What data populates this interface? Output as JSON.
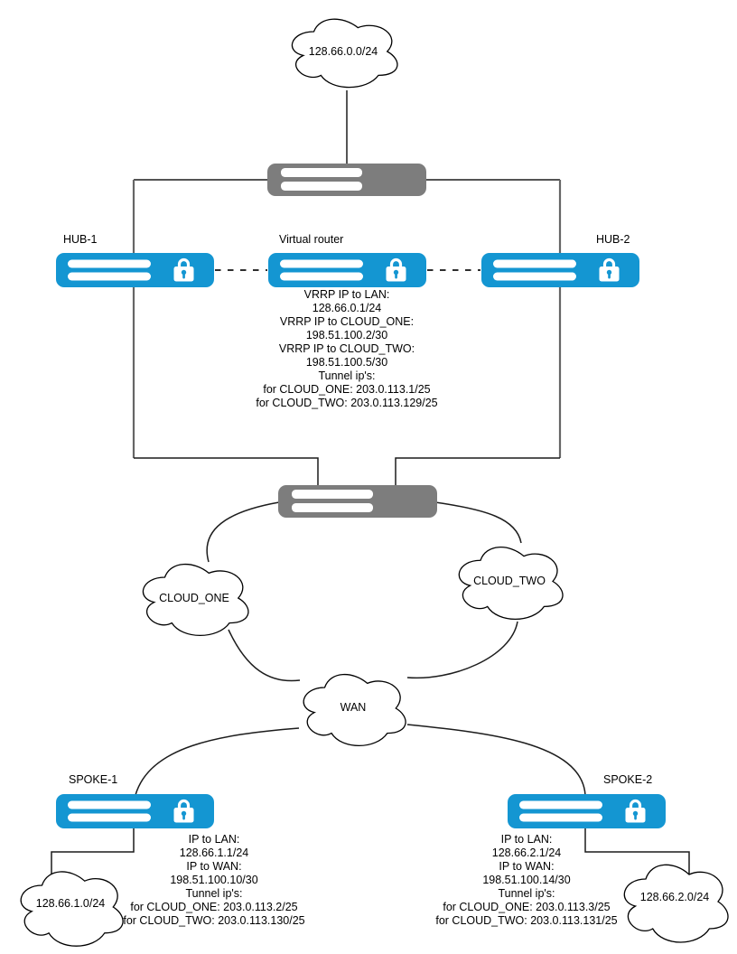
{
  "colors": {
    "router_blue": "#1496d2",
    "switch_gray": "#7d7d7d",
    "line_black": "#1c1c1c",
    "line_gray": "#666666",
    "shape_fill": "#ffffff"
  },
  "clouds": {
    "top": {
      "label": "128.66.0.0/24"
    },
    "cloud_one": {
      "label": "CLOUD_ONE"
    },
    "cloud_two": {
      "label": "CLOUD_TWO"
    },
    "wan": {
      "label": "WAN"
    },
    "lan1": {
      "label": "128.66.1.0/24"
    },
    "lan2": {
      "label": "128.66.2.0/24"
    }
  },
  "nodes": {
    "hub1": {
      "label": "HUB-1"
    },
    "hub2": {
      "label": "HUB-2"
    },
    "virtual_router": {
      "label": "Virtual router",
      "details": [
        "VRRP IP to LAN:",
        "128.66.0.1/24",
        "VRRP IP to CLOUD_ONE:",
        "198.51.100.2/30",
        "VRRP IP to CLOUD_TWO:",
        "198.51.100.5/30",
        "Tunnel ip's:",
        "for CLOUD_ONE: 203.0.113.1/25",
        "for CLOUD_TWO: 203.0.113.129/25"
      ]
    },
    "spoke1": {
      "label": "SPOKE-1",
      "details": [
        "IP to LAN:",
        "128.66.1.1/24",
        "IP to WAN:",
        "198.51.100.10/30",
        "Tunnel ip's:",
        "for CLOUD_ONE: 203.0.113.2/25",
        "for CLOUD_TWO: 203.0.113.130/25"
      ]
    },
    "spoke2": {
      "label": "SPOKE-2",
      "details": [
        "IP to LAN:",
        "128.66.2.1/24",
        "IP to WAN:",
        "198.51.100.14/30",
        "Tunnel ip's:",
        "for CLOUD_ONE: 203.0.113.3/25",
        "for CLOUD_TWO: 203.0.113.131/25"
      ]
    }
  }
}
